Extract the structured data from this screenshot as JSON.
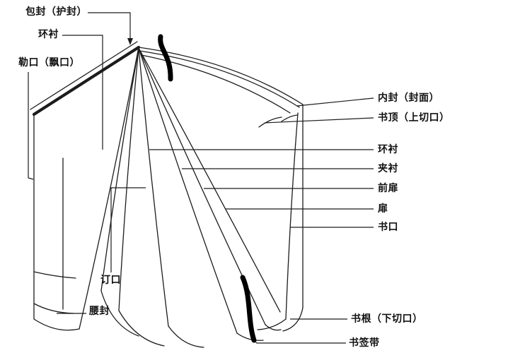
{
  "diagram": {
    "background": "#ffffff",
    "line_color": "#1c1c1c",
    "ribbon_color": "#000000",
    "labels": {
      "jacket": "包封（护封）",
      "endpaper_left": "环衬",
      "flap": "勒口（飘口）",
      "binding_edge": "订口",
      "belly_band": "腰封",
      "inner_cover": "内封（封面）",
      "head": "书顶（上切口）",
      "endpaper_right": "环衬",
      "interleaf": "夹衬",
      "front_flyleaf": "前扉",
      "flyleaf": "扉",
      "fore_edge": "书口",
      "tail": "书根（下切口）",
      "ribbon": "书签带"
    }
  }
}
